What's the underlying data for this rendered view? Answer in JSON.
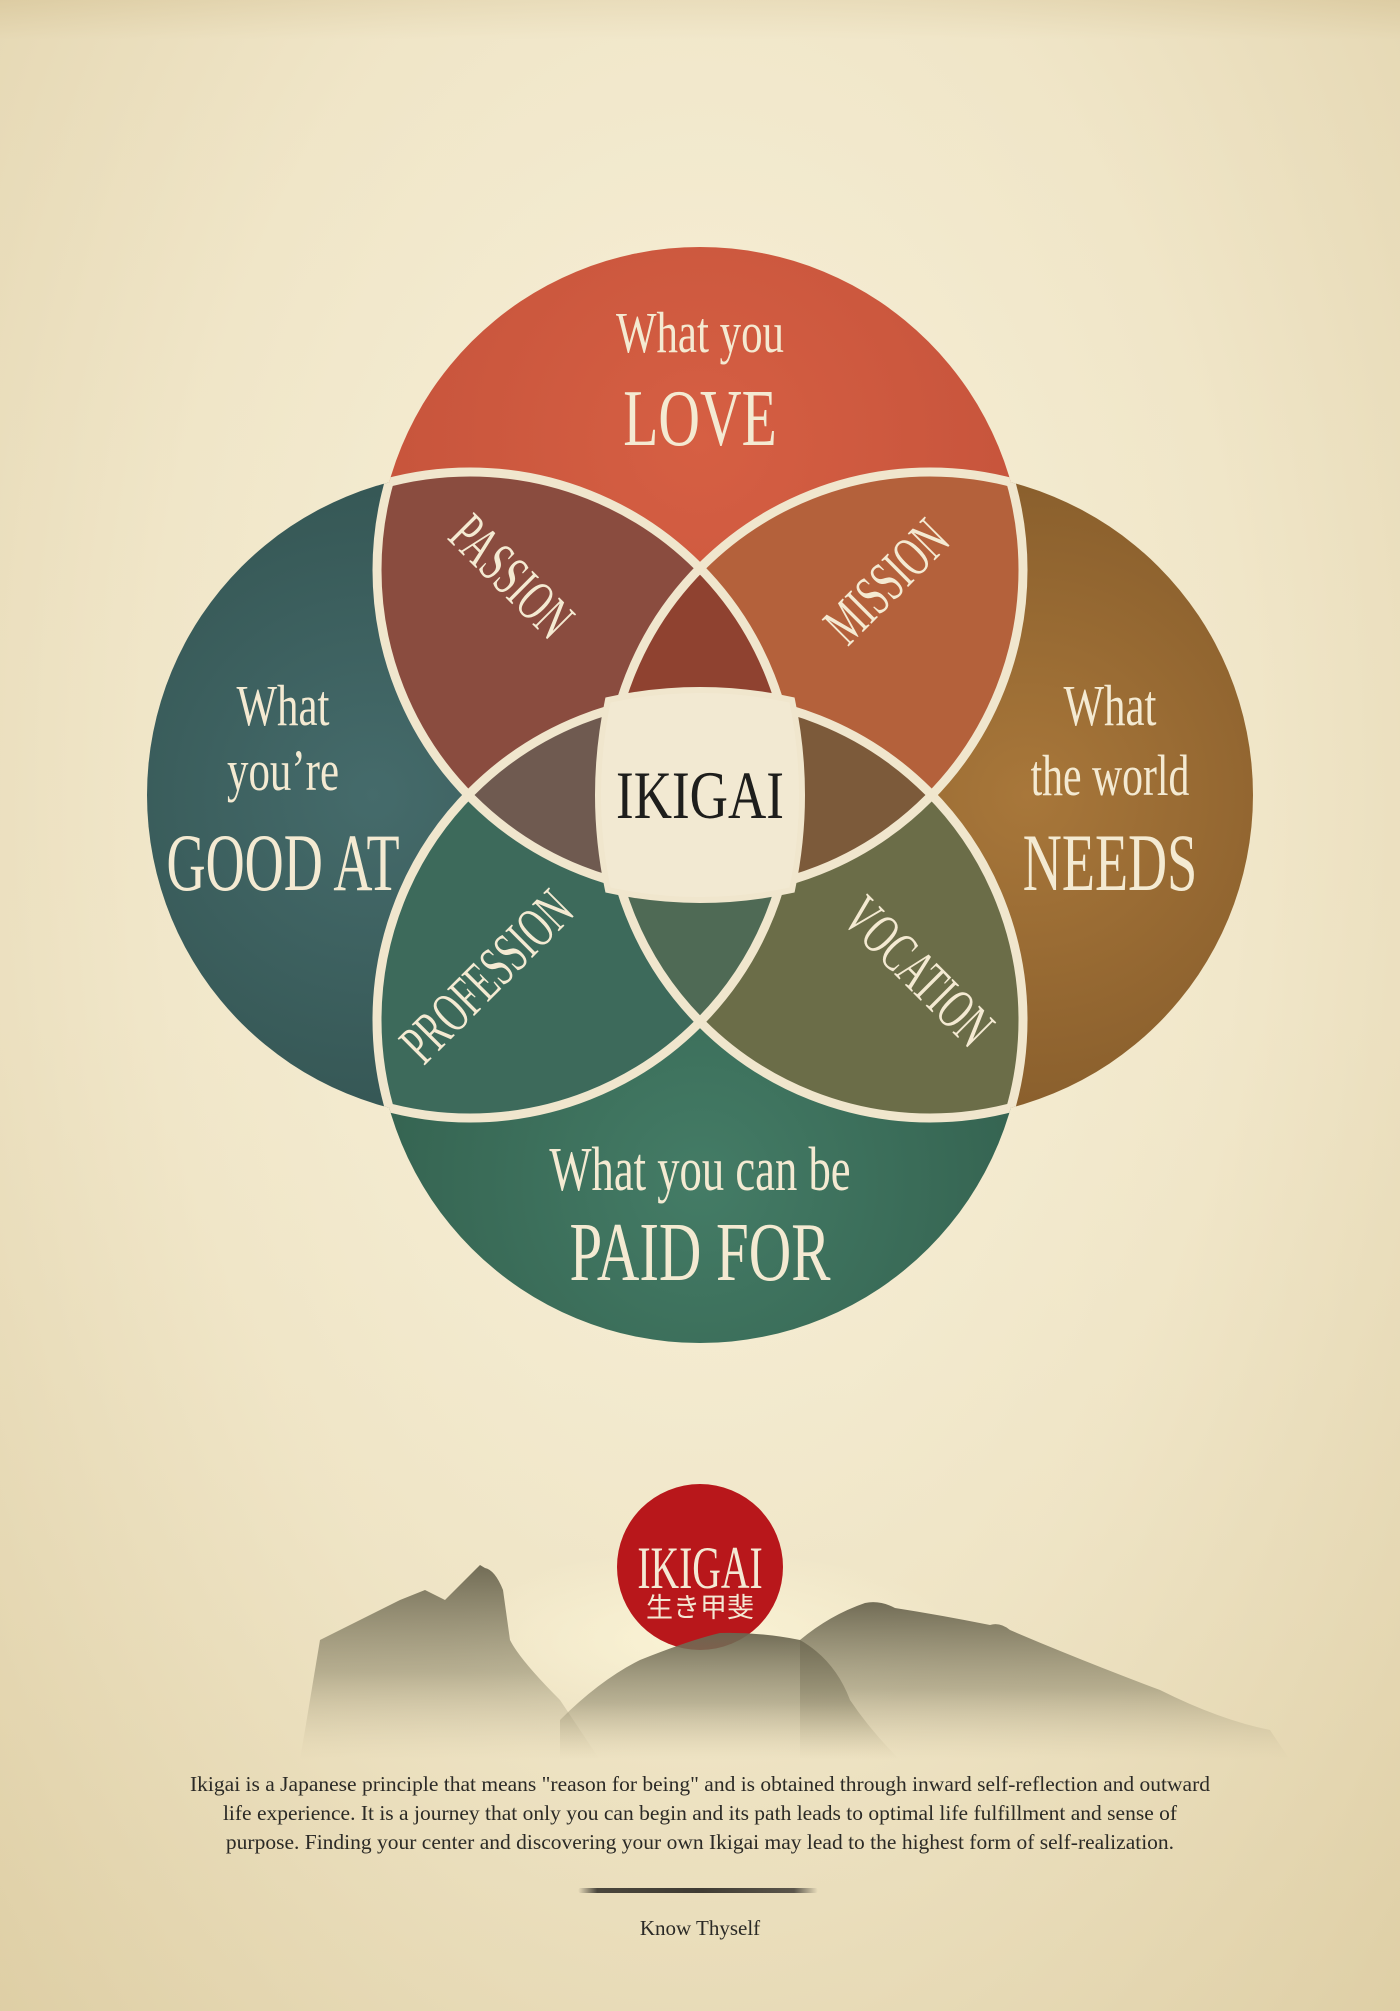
{
  "diagram": {
    "title": "IKIGAI",
    "circles": {
      "love": {
        "line1": "What you",
        "line2": "LOVE",
        "color": "#cf5a40"
      },
      "good_at": {
        "line1": "What",
        "line2": "you’re",
        "line3": "GOOD AT",
        "color": "#3f6364"
      },
      "world_needs": {
        "line1": "What",
        "line2": "the world",
        "line3": "NEEDS",
        "color": "#9a6b32"
      },
      "paid_for": {
        "line1": "What you can be",
        "line2": "PAID FOR",
        "color": "#3f7560"
      }
    },
    "intersections": {
      "passion": "PASSION",
      "mission": "MISSION",
      "profession": "PROFESSION",
      "vocation": "VOCATION"
    },
    "center": "IKIGAI"
  },
  "emblem": {
    "title": "IKIGAI",
    "kanji": "生き甲斐",
    "color": "#b8171b"
  },
  "description": {
    "line1": "Ikigai is a Japanese principle that means \"reason for being\" and is obtained through inward self-reflection and outward",
    "line2": "life experience. It is a journey that only you can begin and its path leads to optimal life fulfillment and sense of",
    "line3": "purpose. Finding your center and discovering your own Ikigai may lead to the highest form of self-realization."
  },
  "motto": "Know Thyself"
}
